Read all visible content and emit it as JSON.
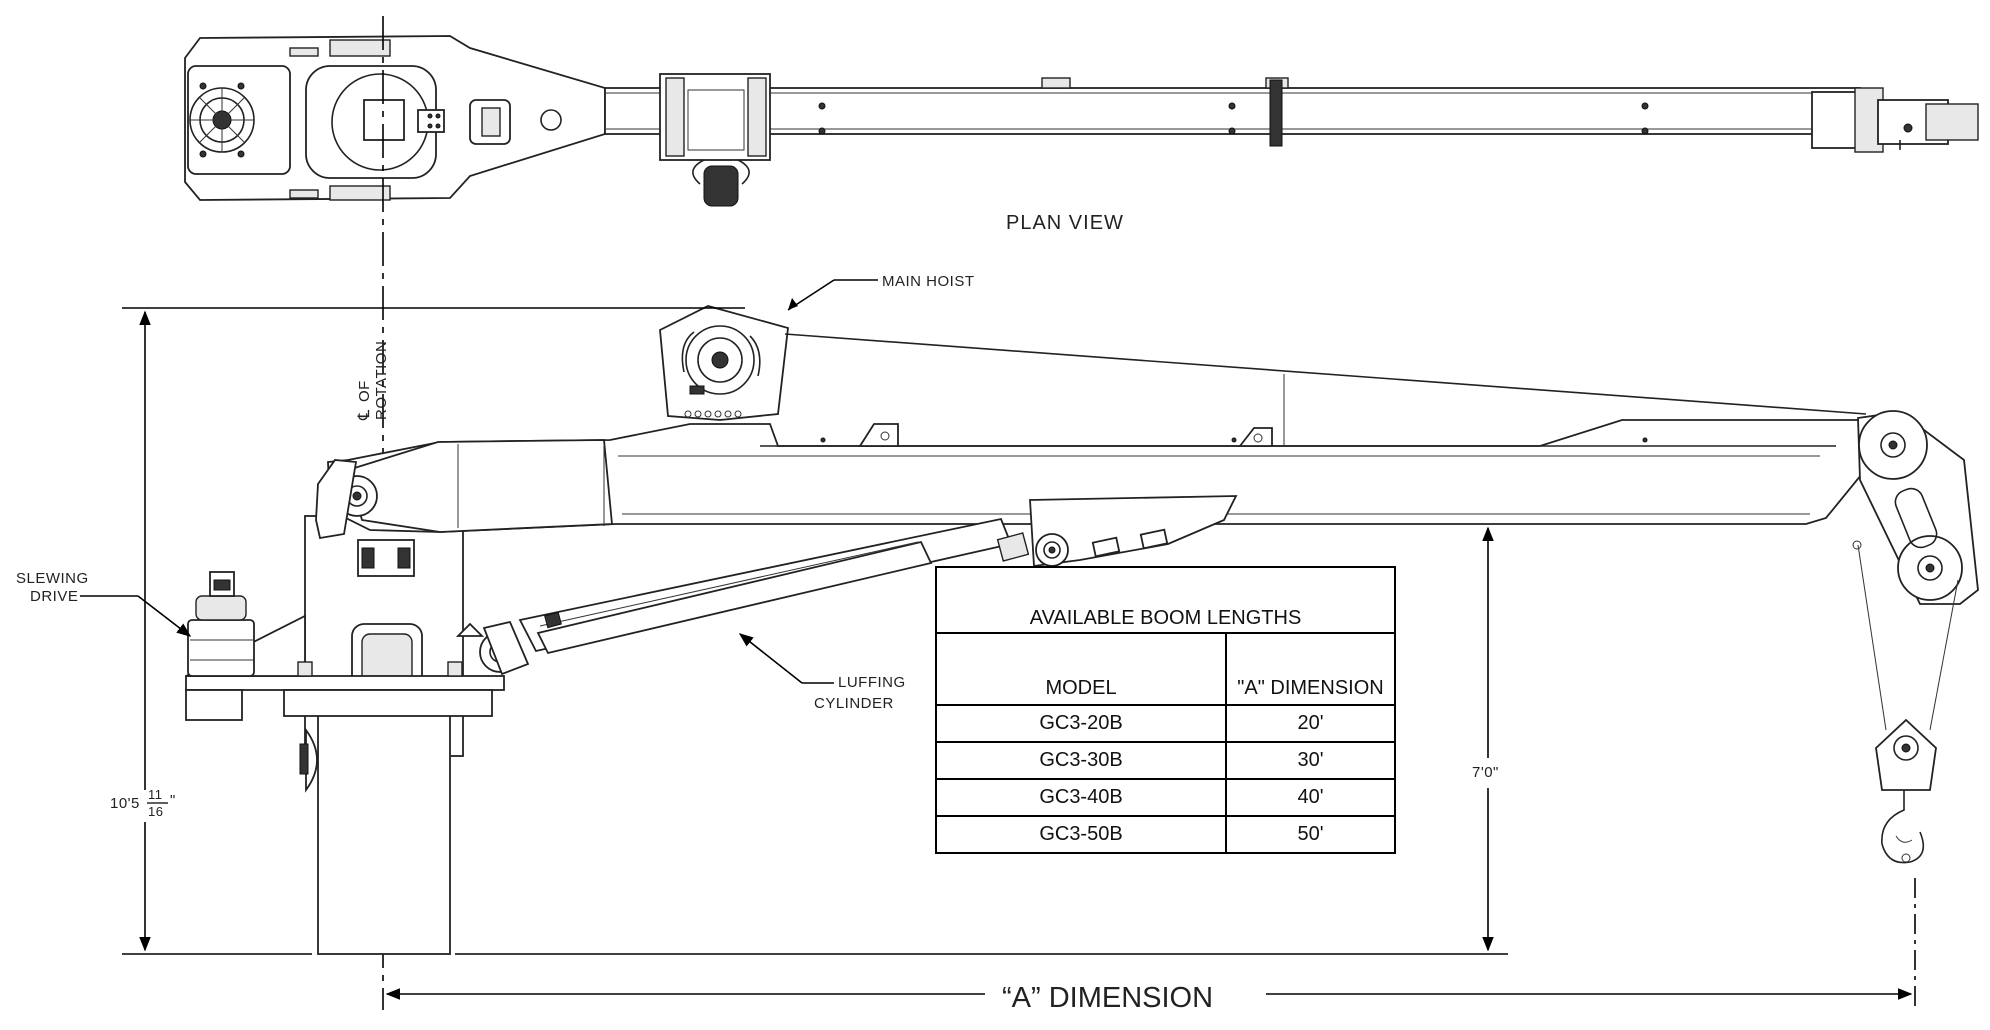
{
  "labels": {
    "plan_view": "PLAN VIEW",
    "main_hoist": "MAIN HOIST",
    "centerline_symbol": "℄",
    "centerline_line1": "OF",
    "centerline_line2": "ROTATION",
    "slewing_line1": "SLEWING",
    "slewing_line2": "DRIVE",
    "luffing_line1": "LUFFING",
    "luffing_line2": "CYLINDER",
    "height_whole": "10'5",
    "height_num": "11",
    "height_den": "16",
    "height_suffix": "\"",
    "hook_height": "7'0\"",
    "a_dimension": "“A” DIMENSION"
  },
  "boom_table": {
    "title": "AVAILABLE BOOM LENGTHS",
    "col_model": "MODEL",
    "col_dimension": "\"A\" DIMENSION",
    "rows": [
      {
        "model": "GC3-20B",
        "dimension": "20'"
      },
      {
        "model": "GC3-30B",
        "dimension": "30'"
      },
      {
        "model": "GC3-40B",
        "dimension": "40'"
      },
      {
        "model": "GC3-50B",
        "dimension": "50'"
      }
    ]
  }
}
